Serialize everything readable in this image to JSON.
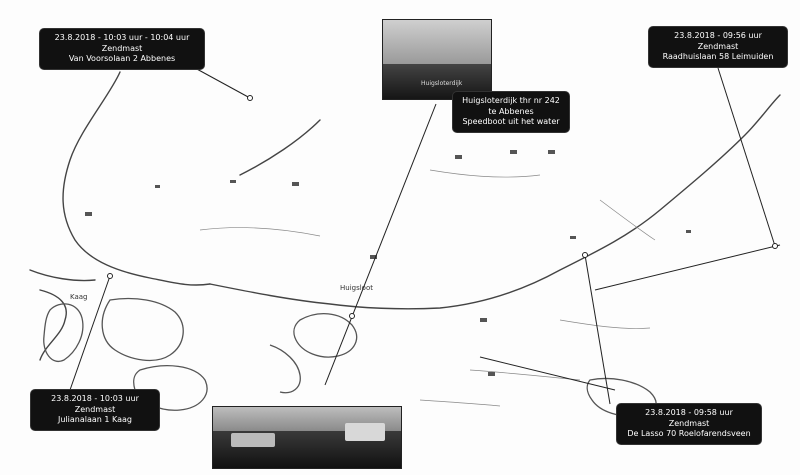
{
  "map": {
    "callouts": [
      {
        "id": "voormolen",
        "time": "23.8.2018 - 10:03 uur - 10:04 uur",
        "type": "Zendmast",
        "address": "Van Voorsolaan 2 Abbenes"
      },
      {
        "id": "leimuiden",
        "time": "23.8.2018 - 09:56 uur",
        "type": "Zendmast",
        "address": "Raadhuislaan 58 Leimuiden"
      },
      {
        "id": "abbenes",
        "time": "Huigsloterdijk thr nr 242",
        "type": "te Abbenes",
        "address": "Speedboot uit het water"
      },
      {
        "id": "kaag",
        "time": "23.8.2018 - 10:03 uur",
        "type": "Zendmast",
        "address": "Julianalaan 1 Kaag"
      },
      {
        "id": "roelofarendsveen",
        "time": "23.8.2018 - 09:58 uur",
        "type": "Zendmast",
        "address": "De Lasso 70 Roelofarendsveen"
      }
    ],
    "place_labels": [
      "Kaag",
      "Huigsloot"
    ],
    "photos": [
      {
        "id": "top-photo",
        "caption": "Huigsloterdijk"
      },
      {
        "id": "bottom-photo",
        "caption": ""
      }
    ],
    "colors": {
      "callout_bg": "#111111",
      "callout_text": "#ffffff",
      "map_line": "#444444",
      "water_line": "#555555"
    }
  }
}
